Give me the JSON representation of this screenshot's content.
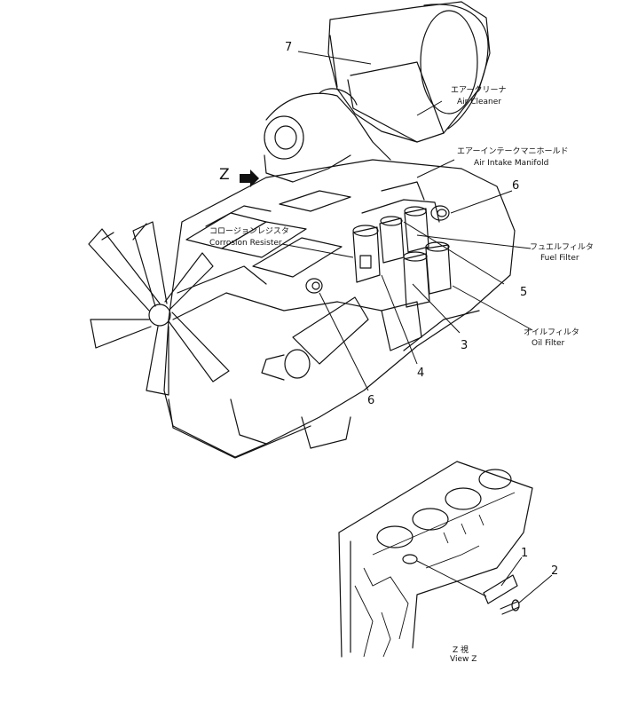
{
  "labels": {
    "air_cleaner": {
      "ja": "エアークリーナ",
      "en": "Air Cleaner"
    },
    "air_intake_manifold": {
      "ja": "エアーインテークマニホールド",
      "en": "Air Intake Manifold"
    },
    "corrosion_resistor": {
      "ja": "コロージョンレジスタ",
      "en": "Corrosion Resister"
    },
    "fuel_filter": {
      "ja": "フュエルフィルタ",
      "en": "Fuel Filter"
    },
    "oil_filter": {
      "ja": "オイルフィルタ",
      "en": "Oil Filter"
    },
    "view_z": {
      "ja": "Z 視",
      "en": "View Z"
    }
  },
  "view_marker": "Z",
  "callouts": {
    "n7": "7",
    "n6a": "6",
    "n6b": "6",
    "n5": "5",
    "n4": "4",
    "n3": "3",
    "n2": "2",
    "n1": "1"
  }
}
